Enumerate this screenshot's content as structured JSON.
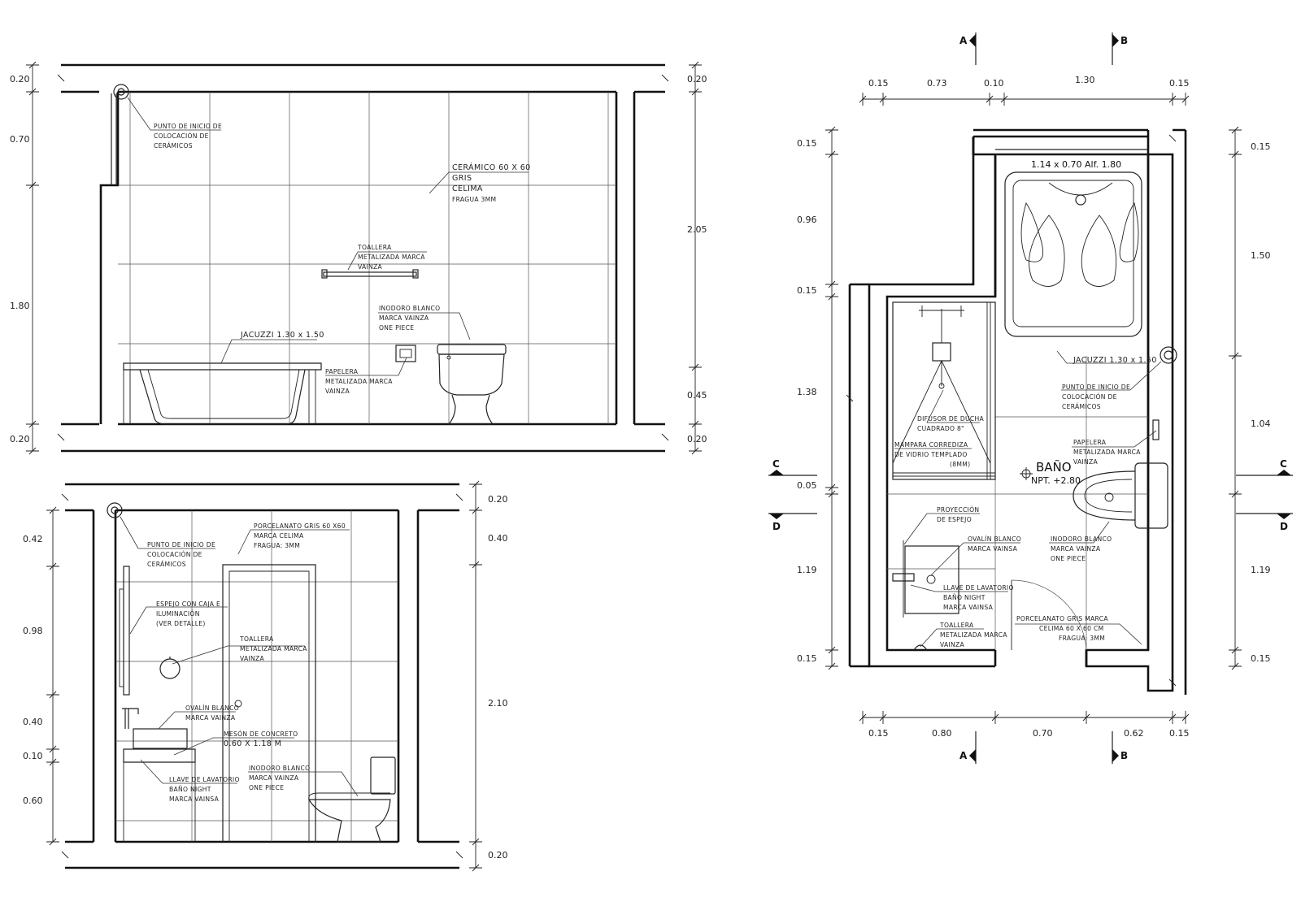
{
  "elevation_a": {
    "dims_left": [
      "0.20",
      "0.70",
      "1.80",
      "0.20"
    ],
    "dims_right": [
      "0.20",
      "2.05",
      "0.45",
      "0.20"
    ],
    "notes": {
      "punto_inicio": [
        "PUNTO DE INICIO DE",
        "COLOCACIÓN DE",
        "CERÁMICOS"
      ],
      "ceramico": [
        "CERÁMICO 60 X 60",
        "GRIS",
        "CELIMA",
        "FRAGUA 3MM"
      ],
      "toallera": [
        "TOALLERA",
        "METALIZADA MARCA",
        "VAINZA"
      ],
      "inodoro": [
        "INODORO BLANCO",
        "MARCA VAINZA",
        "ONE PIECE"
      ],
      "jacuzzi": [
        "JACUZZI 1.30 x 1.50"
      ],
      "papelera": [
        "PAPELERA",
        "METALIZADA MARCA",
        "VAINZA"
      ]
    }
  },
  "elevation_b": {
    "dims_left": [
      "0.42",
      "0.98",
      "0.40",
      "0.10",
      "0.60"
    ],
    "dims_right": [
      "0.20",
      "0.40",
      "2.10",
      "0.20"
    ],
    "notes": {
      "punto_inicio": [
        "PUNTO DE INICIO DE",
        "COLOCACIÓN DE",
        "CERÁMICOS"
      ],
      "porcelanato": [
        "PORCELANATO GRIS 60 X60",
        "MARCA CELIMA",
        "FRAGUA: 3MM"
      ],
      "espejo": [
        "ESPEJO CON CAJA E",
        "ILUMINACIÓN",
        "(VER DETALLE)"
      ],
      "toallera": [
        "TOALLERA",
        "METALIZADA MARCA",
        "VAINZA"
      ],
      "ovalin": [
        "OVALÍN BLANCO",
        "MARCA VAINZA"
      ],
      "meson": [
        "MESÓN DE CONCRETO",
        "0.60 X 1.18 M"
      ],
      "llave": [
        "LLAVE DE LAVATORIO",
        "BAÑO NIGHT",
        "MARCA VAINSA"
      ],
      "inodoro": [
        "INODORO BLANCO",
        "MARCA VAINZA",
        "ONE PIECE"
      ]
    }
  },
  "plan": {
    "section_marks": {
      "a": "A",
      "b": "B",
      "c": "C",
      "d": "D"
    },
    "dims_top": [
      "0.15",
      "0.73",
      "0.10",
      "1.30",
      "0.15"
    ],
    "dims_bottom": [
      "0.15",
      "0.80",
      "0.70",
      "0.62",
      "0.15"
    ],
    "dims_left": [
      "0.15",
      "0.96",
      "0.15",
      "1.38",
      "0.05",
      "1.19",
      "0.15"
    ],
    "dims_right": [
      "0.15",
      "1.50",
      "1.04",
      "1.19",
      "0.15"
    ],
    "window": "1.14 x 0.70 Alf. 1.80",
    "room_name": "BAÑO",
    "room_level": "NPT. +2.80",
    "notes": {
      "jacuzzi": [
        "JACUZZI 1.30 x 1.50"
      ],
      "punto_inicio": [
        "PUNTO DE INICIO DE",
        "COLOCACIÓN DE",
        "CERÁMICOS"
      ],
      "difusor": [
        "DIFUSOR DE DUCHA",
        "CUADRADO 8\""
      ],
      "mampara": [
        "MAMPARA CORREDIZA",
        "DE VIDRIO TEMPLADO",
        "(8MM)"
      ],
      "papelera": [
        "PAPELERA",
        "METALIZADA MARCA",
        "VAINZA"
      ],
      "proyeccion": [
        "PROYECCIÓN",
        "DE ESPEJO"
      ],
      "ovalin": [
        "OVALÍN BLANCO",
        "MARCA VAINSA"
      ],
      "inodoro": [
        "INODORO BLANCO",
        "MARCA VAINZA",
        "ONE PIECE"
      ],
      "llave": [
        "LLAVE DE LAVATORIO",
        "BAÑO NIGHT",
        "MARCA VAINSA"
      ],
      "toallera": [
        "TOALLERA",
        "METALIZADA MARCA",
        "VAINZA"
      ],
      "porcelanato": [
        "PORCELANATO GRIS MARCA",
        "CELIMA 60 X 60 CM",
        "FRAGUA: 3MM"
      ]
    }
  }
}
